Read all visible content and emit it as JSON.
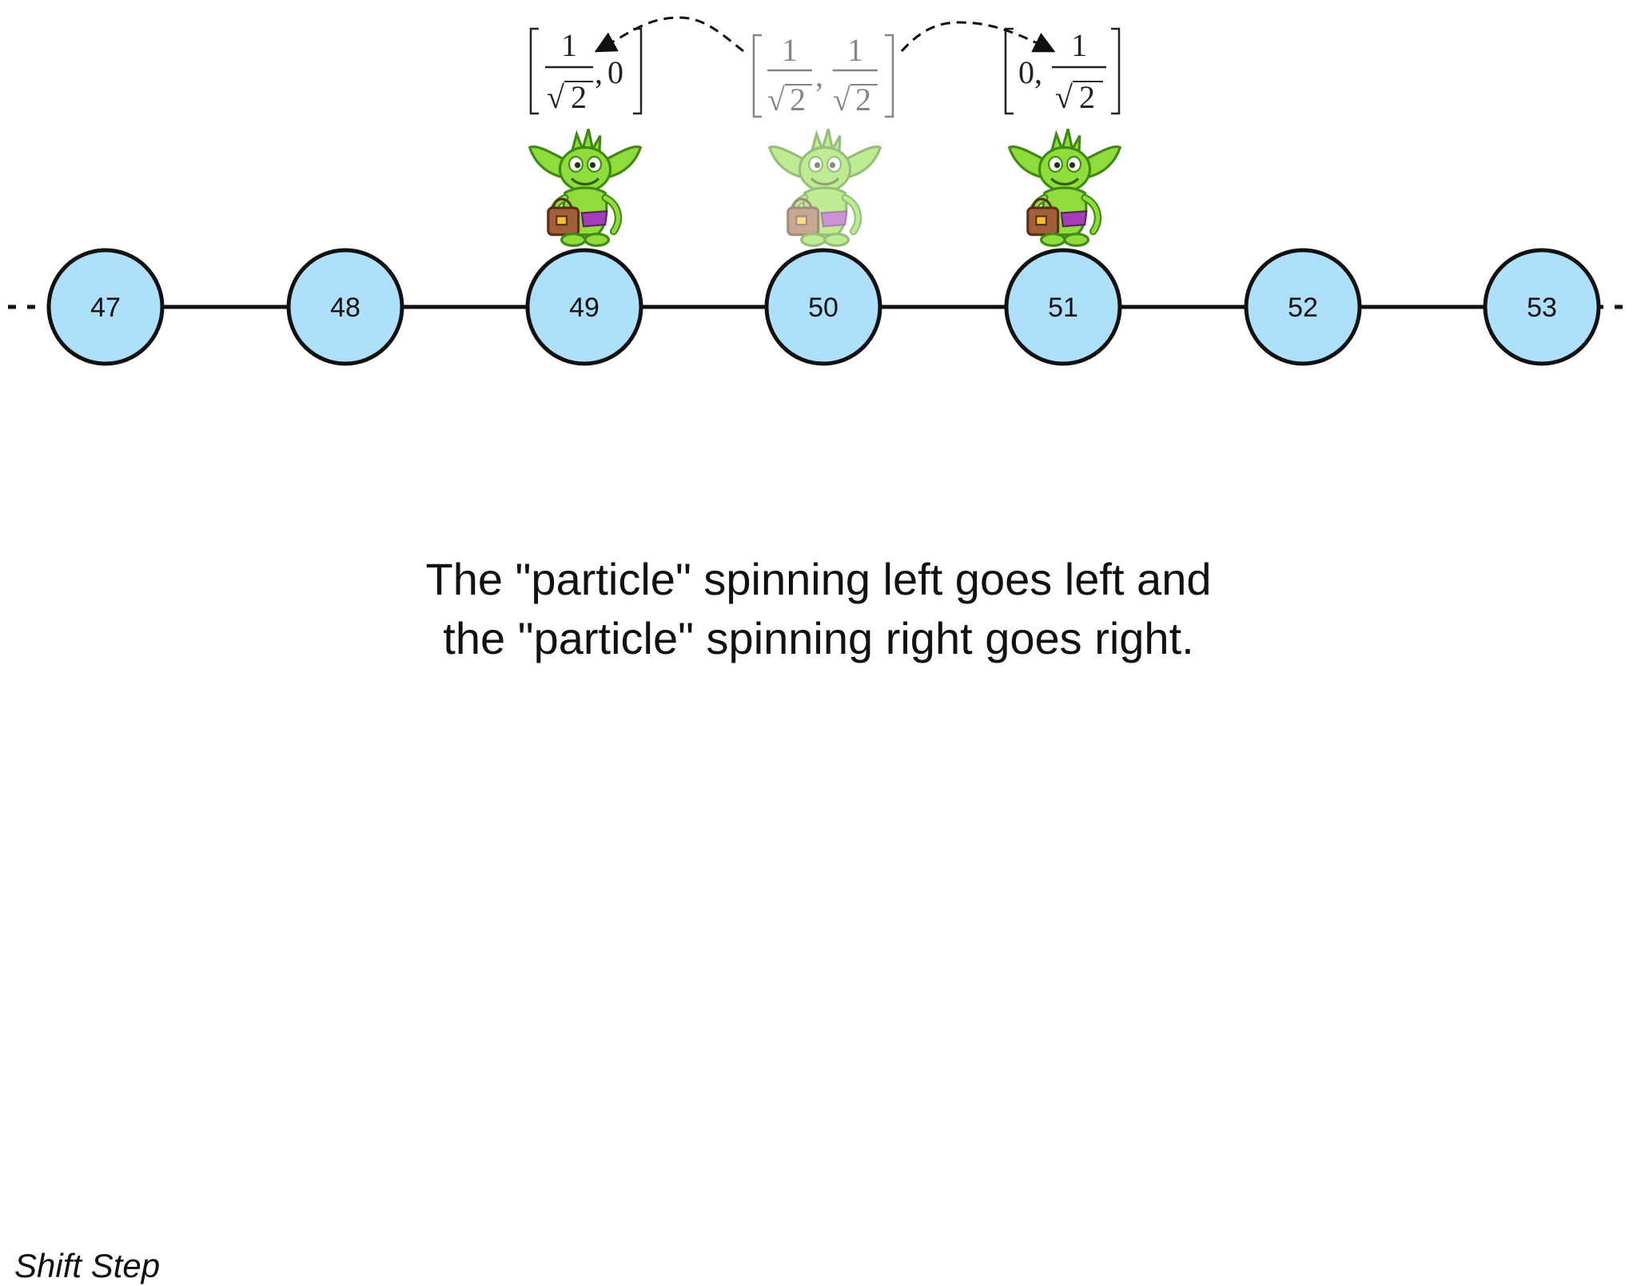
{
  "nodes": [
    {
      "label": "47"
    },
    {
      "label": "48"
    },
    {
      "label": "49"
    },
    {
      "label": "50"
    },
    {
      "label": "51"
    },
    {
      "label": "52"
    },
    {
      "label": "53"
    }
  ],
  "state_vectors": [
    {
      "position": "49",
      "first": "1/√2",
      "second": "0",
      "faded": false
    },
    {
      "position": "50",
      "first": "1/√2",
      "second": "1/√2",
      "faded": true
    },
    {
      "position": "51",
      "first": "0",
      "second": "1/√2",
      "faded": false
    }
  ],
  "math": {
    "one": "1",
    "zero": "0",
    "two": "2",
    "comma": ",",
    "radical": "√"
  },
  "colors": {
    "node_fill": "#aee0fb",
    "node_stroke": "#111111",
    "goblin_skin": "#8fdc3c",
    "goblin_bag": "#a0603a",
    "goblin_pants": "#a33db8"
  },
  "caption": {
    "line1": "The \"particle\" spinning left goes left and",
    "line2": "the \"particle\" spinning right goes right."
  },
  "footer": "Shift Step"
}
